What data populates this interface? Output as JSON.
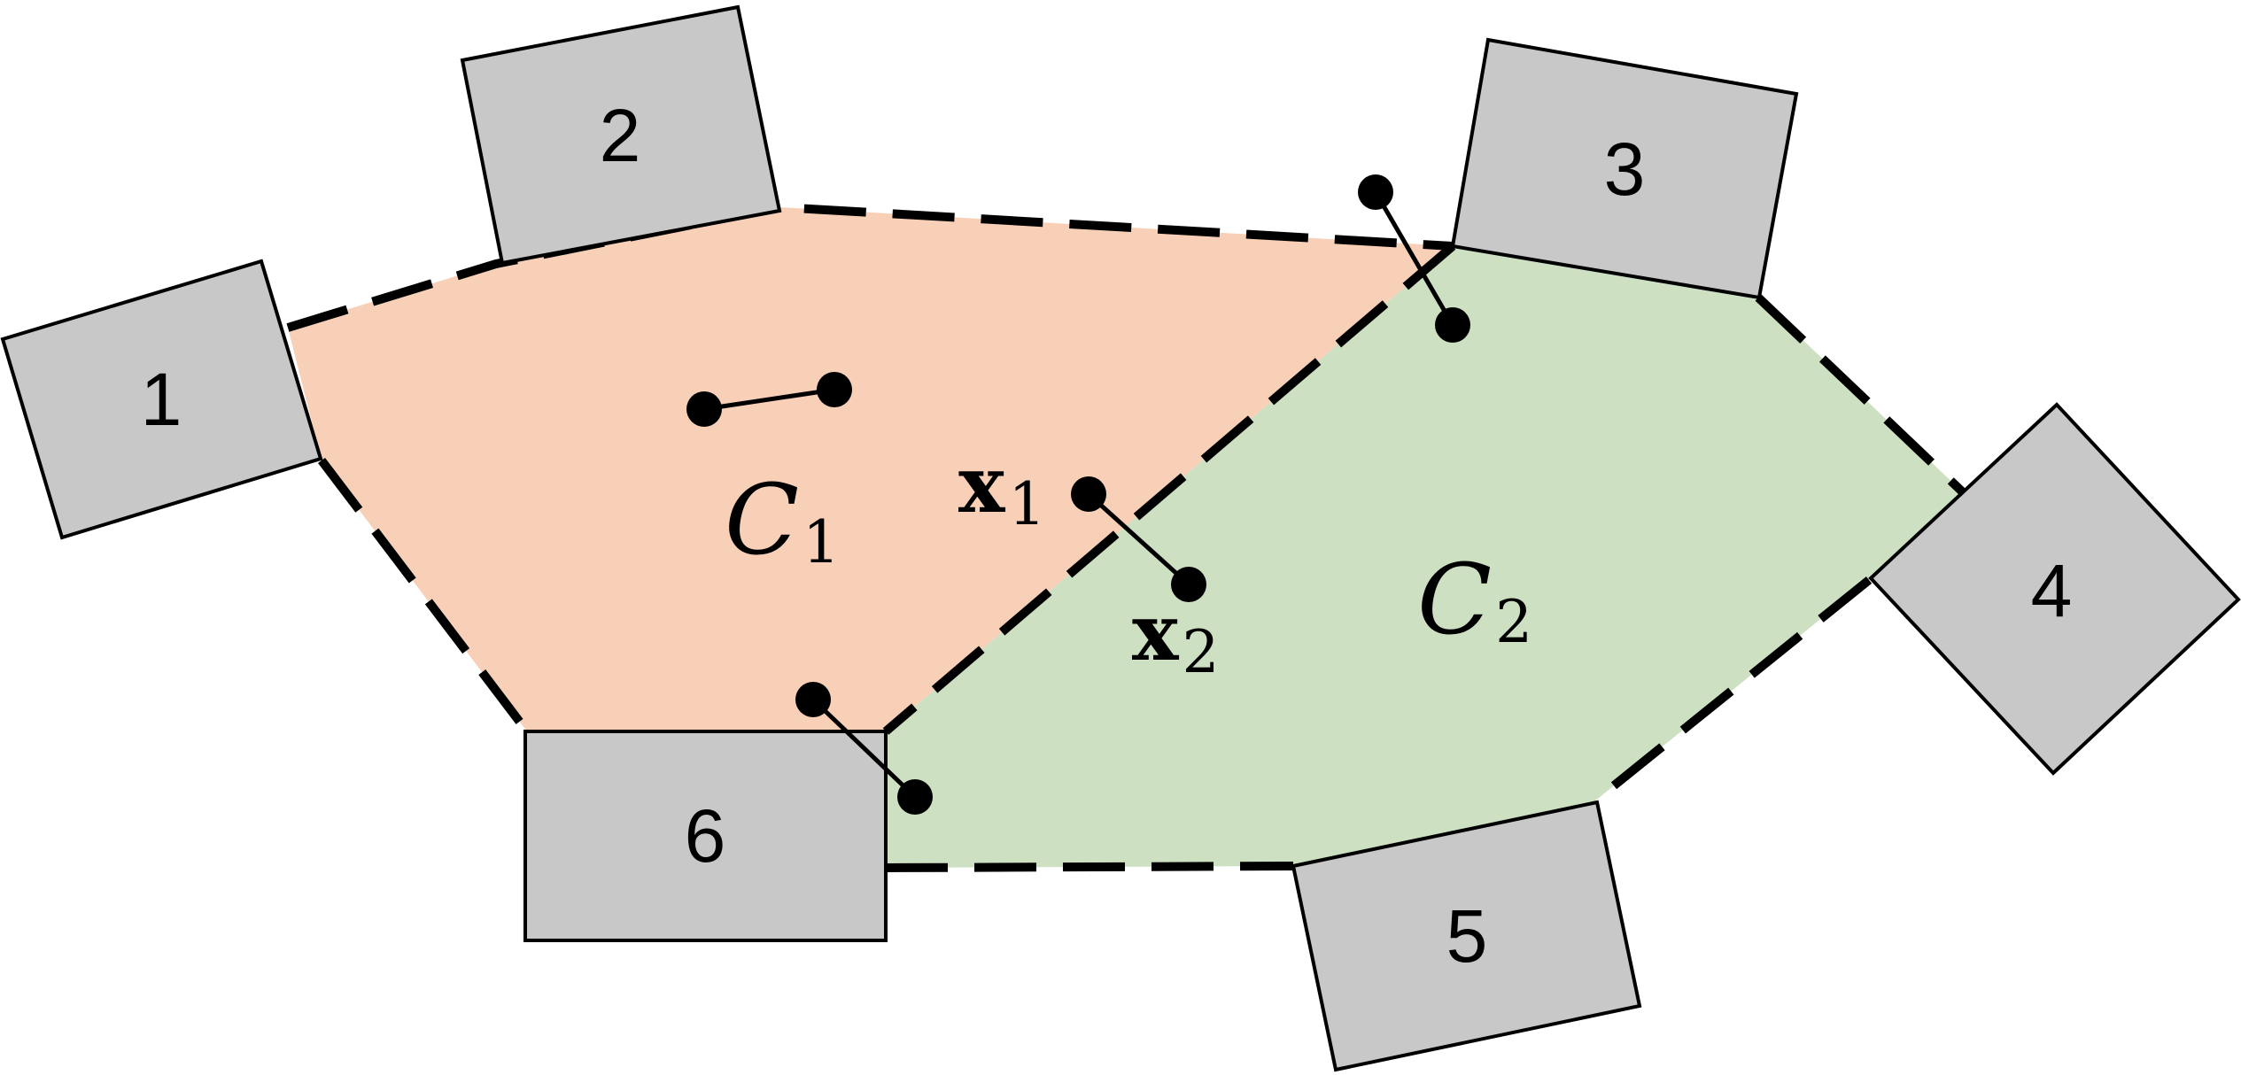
{
  "boxes": [
    {
      "id": "1",
      "label": "1"
    },
    {
      "id": "2",
      "label": "2"
    },
    {
      "id": "3",
      "label": "3"
    },
    {
      "id": "4",
      "label": "4"
    },
    {
      "id": "5",
      "label": "5"
    },
    {
      "id": "6",
      "label": "6"
    }
  ],
  "regions": [
    {
      "symbol": "C",
      "subscript": "1"
    },
    {
      "symbol": "C",
      "subscript": "2"
    }
  ],
  "points": [
    {
      "symbol": "x",
      "subscript": "1"
    },
    {
      "symbol": "x",
      "subscript": "2"
    }
  ],
  "colors": {
    "region_c1": "#f7d0b7",
    "region_c2": "#cde1c2",
    "box_fill": "#c8c8c8",
    "stroke": "#000000"
  }
}
